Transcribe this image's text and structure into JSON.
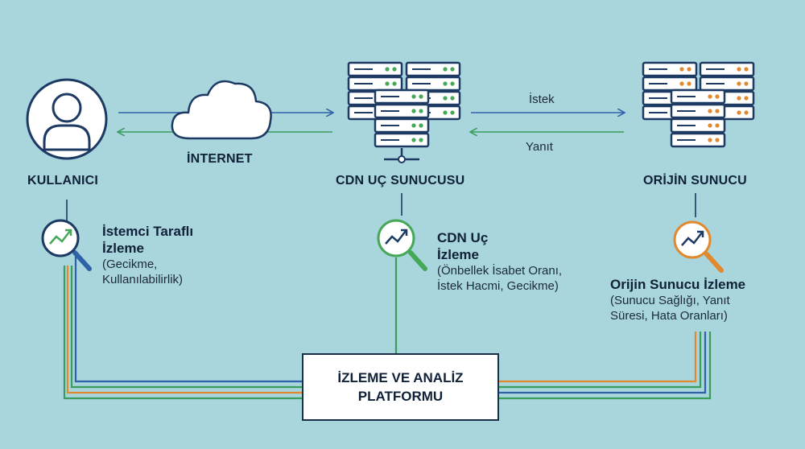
{
  "nodes": {
    "user": "KULLANICI",
    "internet": "İNTERNET",
    "cdn_edge": "CDN UÇ SUNUCUSU",
    "origin": "ORİJİN SUNUCU"
  },
  "flows": {
    "request": "İstek",
    "response": "Yanıt"
  },
  "monitoring": {
    "client": {
      "title": "İstemci Taraflı İzleme",
      "desc": "(Gecikme, Kullanılabilirlik)"
    },
    "cdn": {
      "title": "CDN Uç İzleme",
      "desc": "(Önbellek İsabet Oranı, İstek Hacmi, Gecikme)"
    },
    "origin": {
      "title": "Orijin Sunucu İzleme",
      "desc": "(Sunucu Sağlığı, Yanıt Süresi, Hata Oranları)"
    }
  },
  "platform": "İZLEME VE ANALİZ PLATFORMU",
  "colors": {
    "background": "#a9d5dc",
    "navy": "#1c3a63",
    "blue_line": "#2f62a8",
    "green_line": "#3b9d5c",
    "orange_line": "#e0892e",
    "server_fill": "#ffffff",
    "cdn_led": "#44a857",
    "origin_led": "#e0892e"
  },
  "icons": {
    "user": "user-avatar-icon",
    "internet": "cloud-icon",
    "servers": "server-rack-icon",
    "monitor": "magnifier-trend-icon"
  }
}
